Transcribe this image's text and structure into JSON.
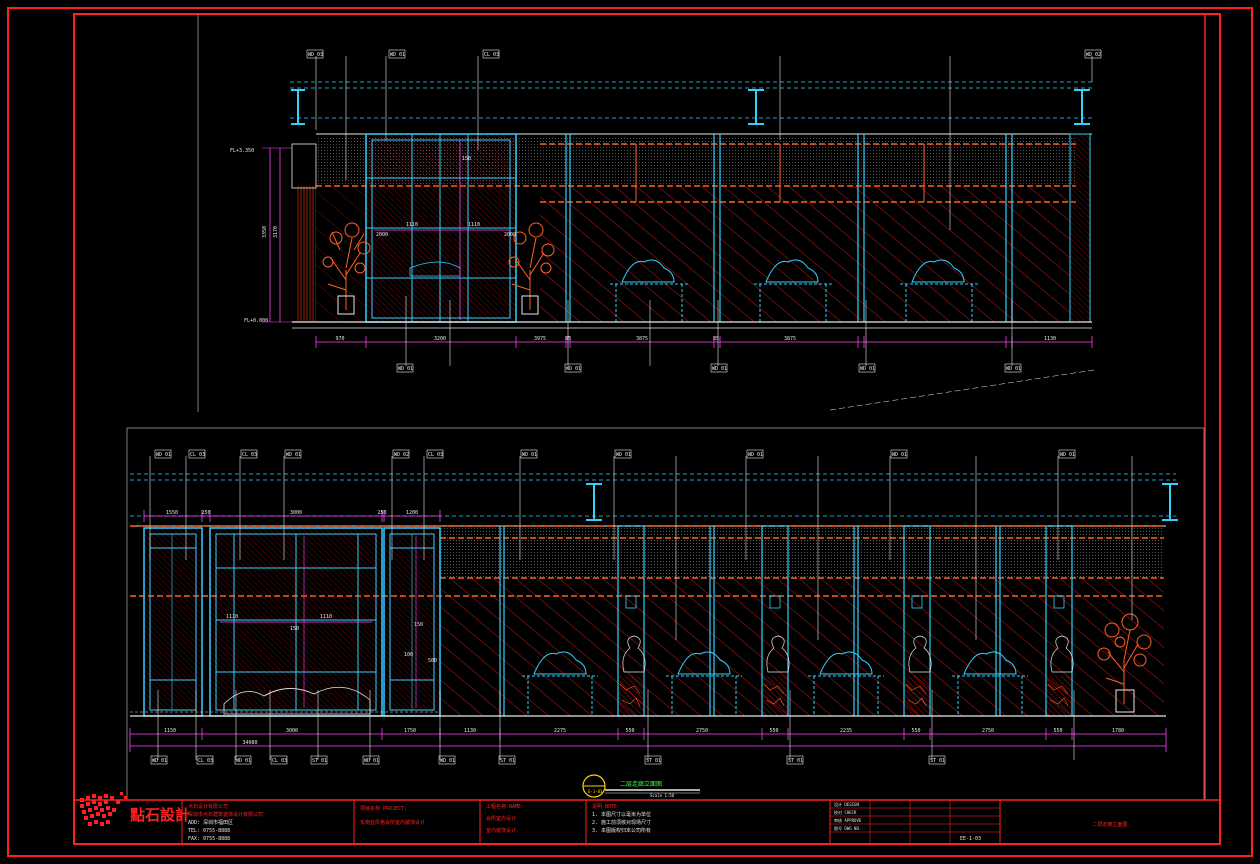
{
  "colors": {
    "frame": "#ff2020",
    "cyan": "#30d0ff",
    "magenta": "#ff40ff",
    "orange": "#ff6020",
    "hatch": "#c01818",
    "yellow": "#ffd000",
    "white": "#e8e8e8",
    "green": "#40ff40",
    "grey": "#6a6a6a"
  },
  "drawing": {
    "upper_elevation": {
      "top_dims": [
        "970",
        "3200",
        "3975",
        "85",
        "3875",
        "85",
        "3875",
        "1130"
      ],
      "left_levels": [
        "FL+3.350",
        "FL+0.000"
      ],
      "left_vertical_dims": [
        "3350",
        "3170"
      ],
      "inner_dims": [
        "1110",
        "1110",
        "2000",
        "2000",
        "150"
      ],
      "tags": [
        "WD 03",
        "WD 01",
        "CL 03",
        "WD 02",
        "WD 01",
        "WD 01",
        "WD 01",
        "WD 01",
        "WD 01"
      ]
    },
    "lower_elevation": {
      "top_dims": [
        "1550",
        "250",
        "3000",
        "250",
        "1200"
      ],
      "bottom_dims": [
        "1150",
        "3000",
        "1750",
        "1130",
        "2275",
        "550",
        "2750",
        "550",
        "2235",
        "550",
        "2750",
        "550",
        "1780"
      ],
      "total_dim": "34080",
      "inner_dims": [
        "1110",
        "1110",
        "150",
        "150",
        "100",
        "500"
      ],
      "tags": [
        "WD 01",
        "CL 03",
        "CL 03",
        "WD 01",
        "WD 02",
        "CL 03",
        "WD 01",
        "WD 01",
        "WD 01",
        "WD 01",
        "WD 01"
      ],
      "bottom_tags": [
        "WD 01",
        "CL 03",
        "WD 01",
        "CL 03",
        "ST 01",
        "WD 01",
        "WD 01",
        "ST 01",
        "ST 01",
        "ST 01",
        "ST 01"
      ]
    },
    "section_title": "二层走廊立面图",
    "section_code": "E-1-03",
    "section_scale": "Scale 1:50"
  },
  "title_block": {
    "logo": "點石設計",
    "company_lines": [
      "点石设计有限公司",
      "深圳市点石建筑装饰设计有限公司",
      "ADD: 深圳市福田区",
      "TEL: 0755-8888",
      "FAX: 0755-8888"
    ],
    "project_lines": [
      "项目名称 PROJECT:",
      "东南亚风格会所室内装饰设计"
    ],
    "drawing_lines": [
      "工程名称 NAME:",
      "会所室内设计",
      "室内装饰设计"
    ],
    "notes_lines": [
      "说明 NOTE:",
      "1. 本图尺寸以毫米为单位",
      "2. 施工前须核对现场尺寸",
      "3. 本图版权归本公司所有"
    ],
    "info_lines": [
      "设计 DESIGN",
      "校对 CHECK",
      "审核 APPROVE",
      "图号 DWG NO."
    ],
    "sheet_title": "二层走廊立面图",
    "sheet_no": "EE-1-03"
  }
}
